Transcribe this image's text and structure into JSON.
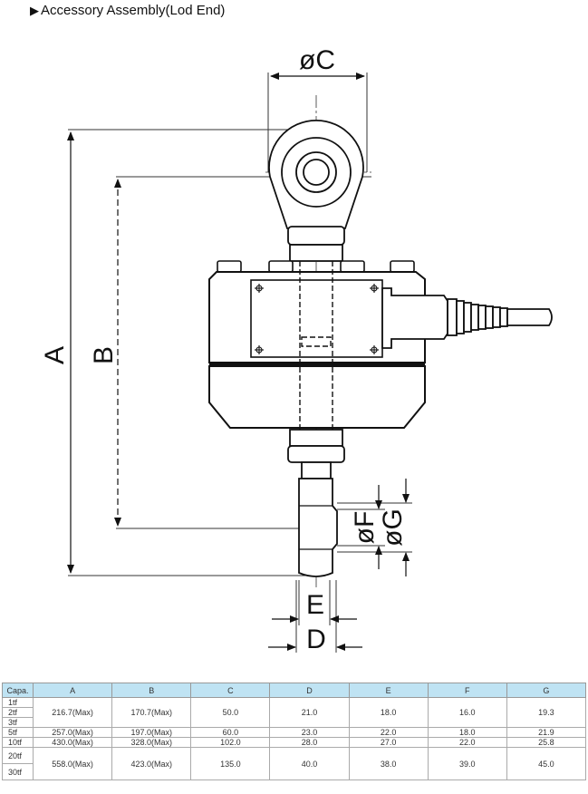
{
  "title": "Accessory Assembly(Lod End)",
  "title_marker": "▶",
  "dimensions": {
    "A": "A",
    "B": "B",
    "C": "øC",
    "D": "D",
    "E": "E",
    "F": "øF",
    "G": "øG"
  },
  "table": {
    "headers": [
      "Capa.",
      "A",
      "B",
      "C",
      "D",
      "E",
      "F",
      "G"
    ],
    "groups": [
      {
        "capas": [
          "1tf",
          "2tf",
          "3tf"
        ],
        "values": [
          "216.7(Max)",
          "170.7(Max)",
          "50.0",
          "21.0",
          "18.0",
          "16.0",
          "19.3"
        ]
      },
      {
        "capas": [
          "5tf"
        ],
        "values": [
          "257.0(Max)",
          "197.0(Max)",
          "60.0",
          "23.0",
          "22.0",
          "18.0",
          "21.9"
        ]
      },
      {
        "capas": [
          "10tf"
        ],
        "values": [
          "430.0(Max)",
          "328.0(Max)",
          "102.0",
          "28.0",
          "27.0",
          "22.0",
          "25.8"
        ]
      },
      {
        "capas": [
          "20tf",
          "30tf"
        ],
        "values": [
          "558.0(Max)",
          "423.0(Max)",
          "135.0",
          "40.0",
          "38.0",
          "39.0",
          "45.0"
        ]
      }
    ]
  }
}
